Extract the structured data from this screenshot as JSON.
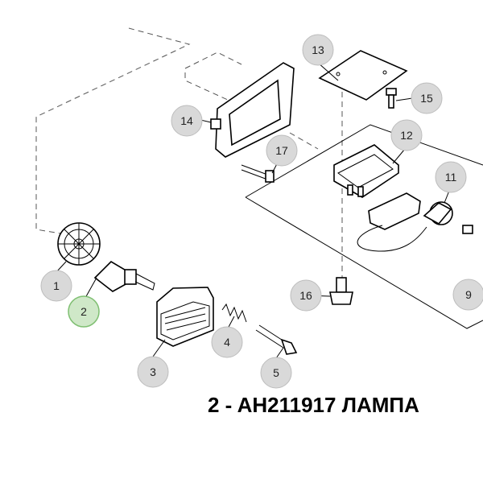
{
  "caption": "2 - AH211917 ЛАМПА",
  "highlight_color": "#7fbf72",
  "callouts": [
    {
      "label": "1",
      "name": "callout-1",
      "highlighted": false
    },
    {
      "label": "2",
      "name": "callout-2",
      "highlighted": true
    },
    {
      "label": "3",
      "name": "callout-3",
      "highlighted": false
    },
    {
      "label": "4",
      "name": "callout-4",
      "highlighted": false
    },
    {
      "label": "5",
      "name": "callout-5",
      "highlighted": false
    },
    {
      "label": "9",
      "name": "callout-9",
      "highlighted": false
    },
    {
      "label": "11",
      "name": "callout-11",
      "highlighted": false
    },
    {
      "label": "12",
      "name": "callout-12",
      "highlighted": false
    },
    {
      "label": "13",
      "name": "callout-13",
      "highlighted": false
    },
    {
      "label": "14",
      "name": "callout-14",
      "highlighted": false
    },
    {
      "label": "15",
      "name": "callout-15",
      "highlighted": false
    },
    {
      "label": "16",
      "name": "callout-16",
      "highlighted": false
    },
    {
      "label": "17",
      "name": "callout-17",
      "highlighted": false
    }
  ]
}
